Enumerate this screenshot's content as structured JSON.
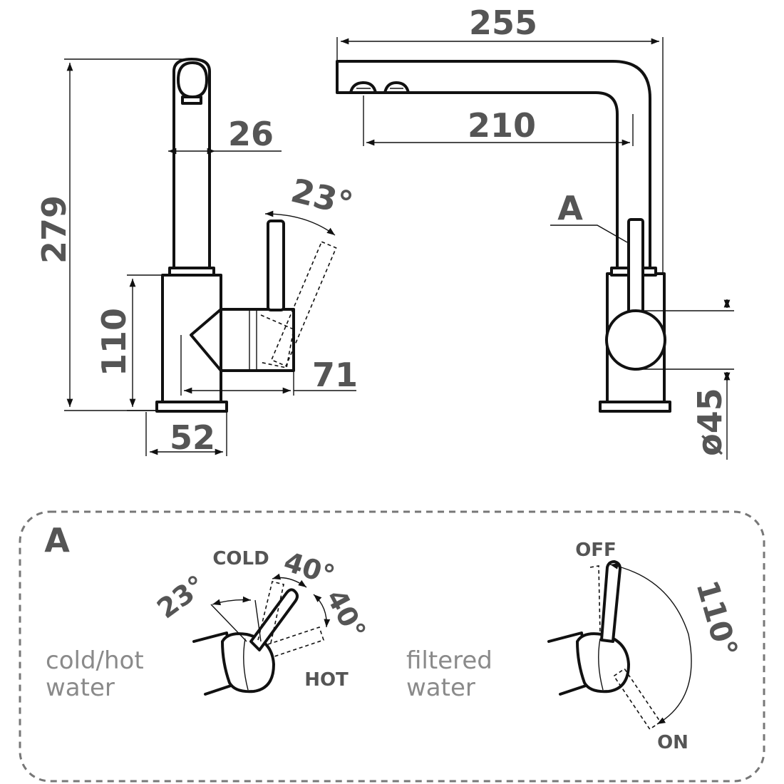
{
  "dimensions": {
    "height_total": "279",
    "spout_diameter": "26",
    "body_height": "110",
    "base_width": "52",
    "handle_projection": "71",
    "handle_tilt": "23°",
    "reach_total": "255",
    "reach_outlet": "210",
    "body_diameter": "ø45"
  },
  "callout": {
    "marker": "A",
    "detail_title": "A"
  },
  "detail_left": {
    "angle_a": "23°",
    "angle_b": "40°",
    "angle_c": "40°",
    "cold_label": "COLD",
    "hot_label": "HOT",
    "description_line1": "cold/hot",
    "description_line2": "water"
  },
  "detail_right": {
    "off_label": "OFF",
    "on_label": "ON",
    "angle": "110°",
    "description_line1": "filtered",
    "description_line2": "water"
  },
  "colors": {
    "line": "#111111",
    "dimension_text": "#555555",
    "description_text": "#8a8a8a",
    "detail_border": "#777777"
  }
}
